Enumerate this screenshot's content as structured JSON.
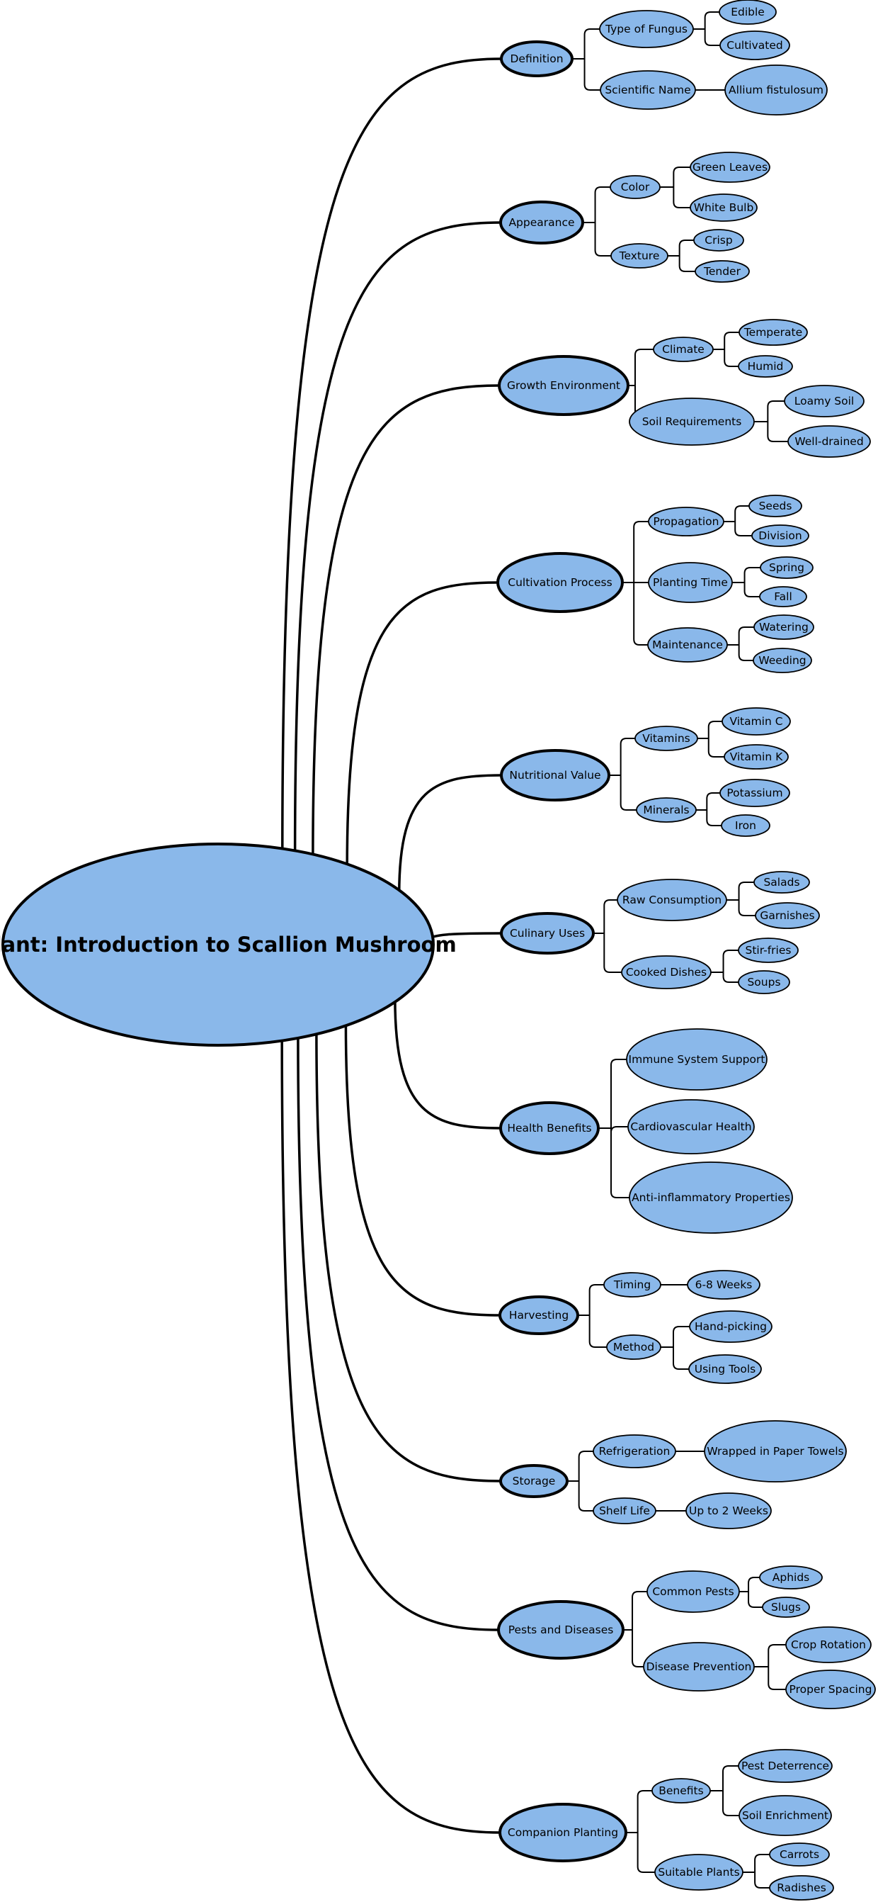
{
  "root": {
    "label": "Plant: Introduction to Scallion Mushroom",
    "branches": [
      {
        "label": "Definition",
        "children": [
          {
            "label": "Type of Fungus",
            "children": [
              {
                "label": "Edible"
              },
              {
                "label": "Cultivated"
              }
            ]
          },
          {
            "label": "Scientific Name",
            "children": [
              {
                "label": "Allium fistulosum"
              }
            ]
          }
        ]
      },
      {
        "label": "Appearance",
        "children": [
          {
            "label": "Color",
            "children": [
              {
                "label": "Green Leaves"
              },
              {
                "label": "White Bulb"
              }
            ]
          },
          {
            "label": "Texture",
            "children": [
              {
                "label": "Crisp"
              },
              {
                "label": "Tender"
              }
            ]
          }
        ]
      },
      {
        "label": "Growth Environment",
        "children": [
          {
            "label": "Climate",
            "children": [
              {
                "label": "Temperate"
              },
              {
                "label": "Humid"
              }
            ]
          },
          {
            "label": "Soil Requirements",
            "children": [
              {
                "label": "Loamy Soil"
              },
              {
                "label": "Well-drained"
              }
            ]
          }
        ]
      },
      {
        "label": "Cultivation Process",
        "children": [
          {
            "label": "Propagation",
            "children": [
              {
                "label": "Seeds"
              },
              {
                "label": "Division"
              }
            ]
          },
          {
            "label": "Planting Time",
            "children": [
              {
                "label": "Spring"
              },
              {
                "label": "Fall"
              }
            ]
          },
          {
            "label": "Maintenance",
            "children": [
              {
                "label": "Watering"
              },
              {
                "label": "Weeding"
              }
            ]
          }
        ]
      },
      {
        "label": "Nutritional Value",
        "children": [
          {
            "label": "Vitamins",
            "children": [
              {
                "label": "Vitamin C"
              },
              {
                "label": "Vitamin K"
              }
            ]
          },
          {
            "label": "Minerals",
            "children": [
              {
                "label": "Potassium"
              },
              {
                "label": "Iron"
              }
            ]
          }
        ]
      },
      {
        "label": "Culinary Uses",
        "children": [
          {
            "label": "Raw Consumption",
            "children": [
              {
                "label": "Salads"
              },
              {
                "label": "Garnishes"
              }
            ]
          },
          {
            "label": "Cooked Dishes",
            "children": [
              {
                "label": "Stir-fries"
              },
              {
                "label": "Soups"
              }
            ]
          }
        ]
      },
      {
        "label": "Health Benefits",
        "children": [
          {
            "label": "Immune System Support",
            "children": []
          },
          {
            "label": "Cardiovascular Health",
            "children": []
          },
          {
            "label": "Anti-inflammatory Properties",
            "children": []
          }
        ]
      },
      {
        "label": "Harvesting",
        "children": [
          {
            "label": "Timing",
            "children": [
              {
                "label": "6-8 Weeks"
              }
            ]
          },
          {
            "label": "Method",
            "children": [
              {
                "label": "Hand-picking"
              },
              {
                "label": "Using Tools"
              }
            ]
          }
        ]
      },
      {
        "label": "Storage",
        "children": [
          {
            "label": "Refrigeration",
            "children": [
              {
                "label": "Wrapped in Paper Towels"
              }
            ]
          },
          {
            "label": "Shelf Life",
            "children": [
              {
                "label": "Up to 2 Weeks"
              }
            ]
          }
        ]
      },
      {
        "label": "Pests and Diseases",
        "children": [
          {
            "label": "Common Pests",
            "children": [
              {
                "label": "Aphids"
              },
              {
                "label": "Slugs"
              }
            ]
          },
          {
            "label": "Disease Prevention",
            "children": [
              {
                "label": "Crop Rotation"
              },
              {
                "label": "Proper Spacing"
              }
            ]
          }
        ]
      },
      {
        "label": "Companion Planting",
        "children": [
          {
            "label": "Benefits",
            "children": [
              {
                "label": "Pest Deterrence"
              },
              {
                "label": "Soil Enrichment"
              }
            ]
          },
          {
            "label": "Suitable Plants",
            "children": [
              {
                "label": "Carrots"
              },
              {
                "label": "Radishes"
              }
            ]
          }
        ]
      }
    ]
  }
}
